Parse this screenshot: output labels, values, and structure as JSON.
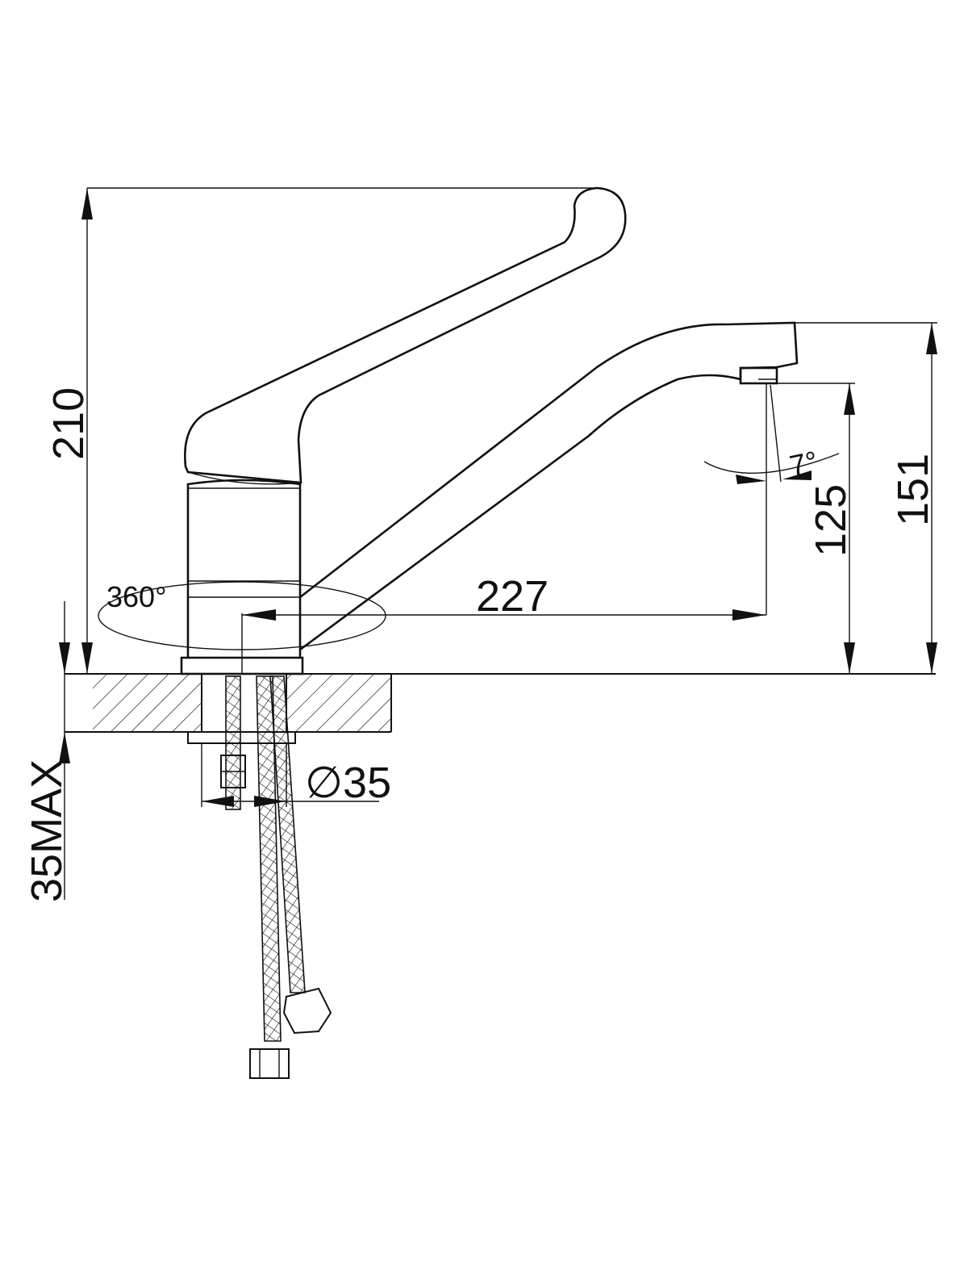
{
  "dimensions": {
    "total_height": "210",
    "spout_height": "151",
    "outlet_height": "125",
    "spout_reach": "227",
    "swivel_angle": "360°",
    "tilt_angle": "7°",
    "hole_diameter": "∅35",
    "countertop_max": "35MAX"
  },
  "colors": {
    "line": "#111111",
    "background": "#ffffff"
  }
}
